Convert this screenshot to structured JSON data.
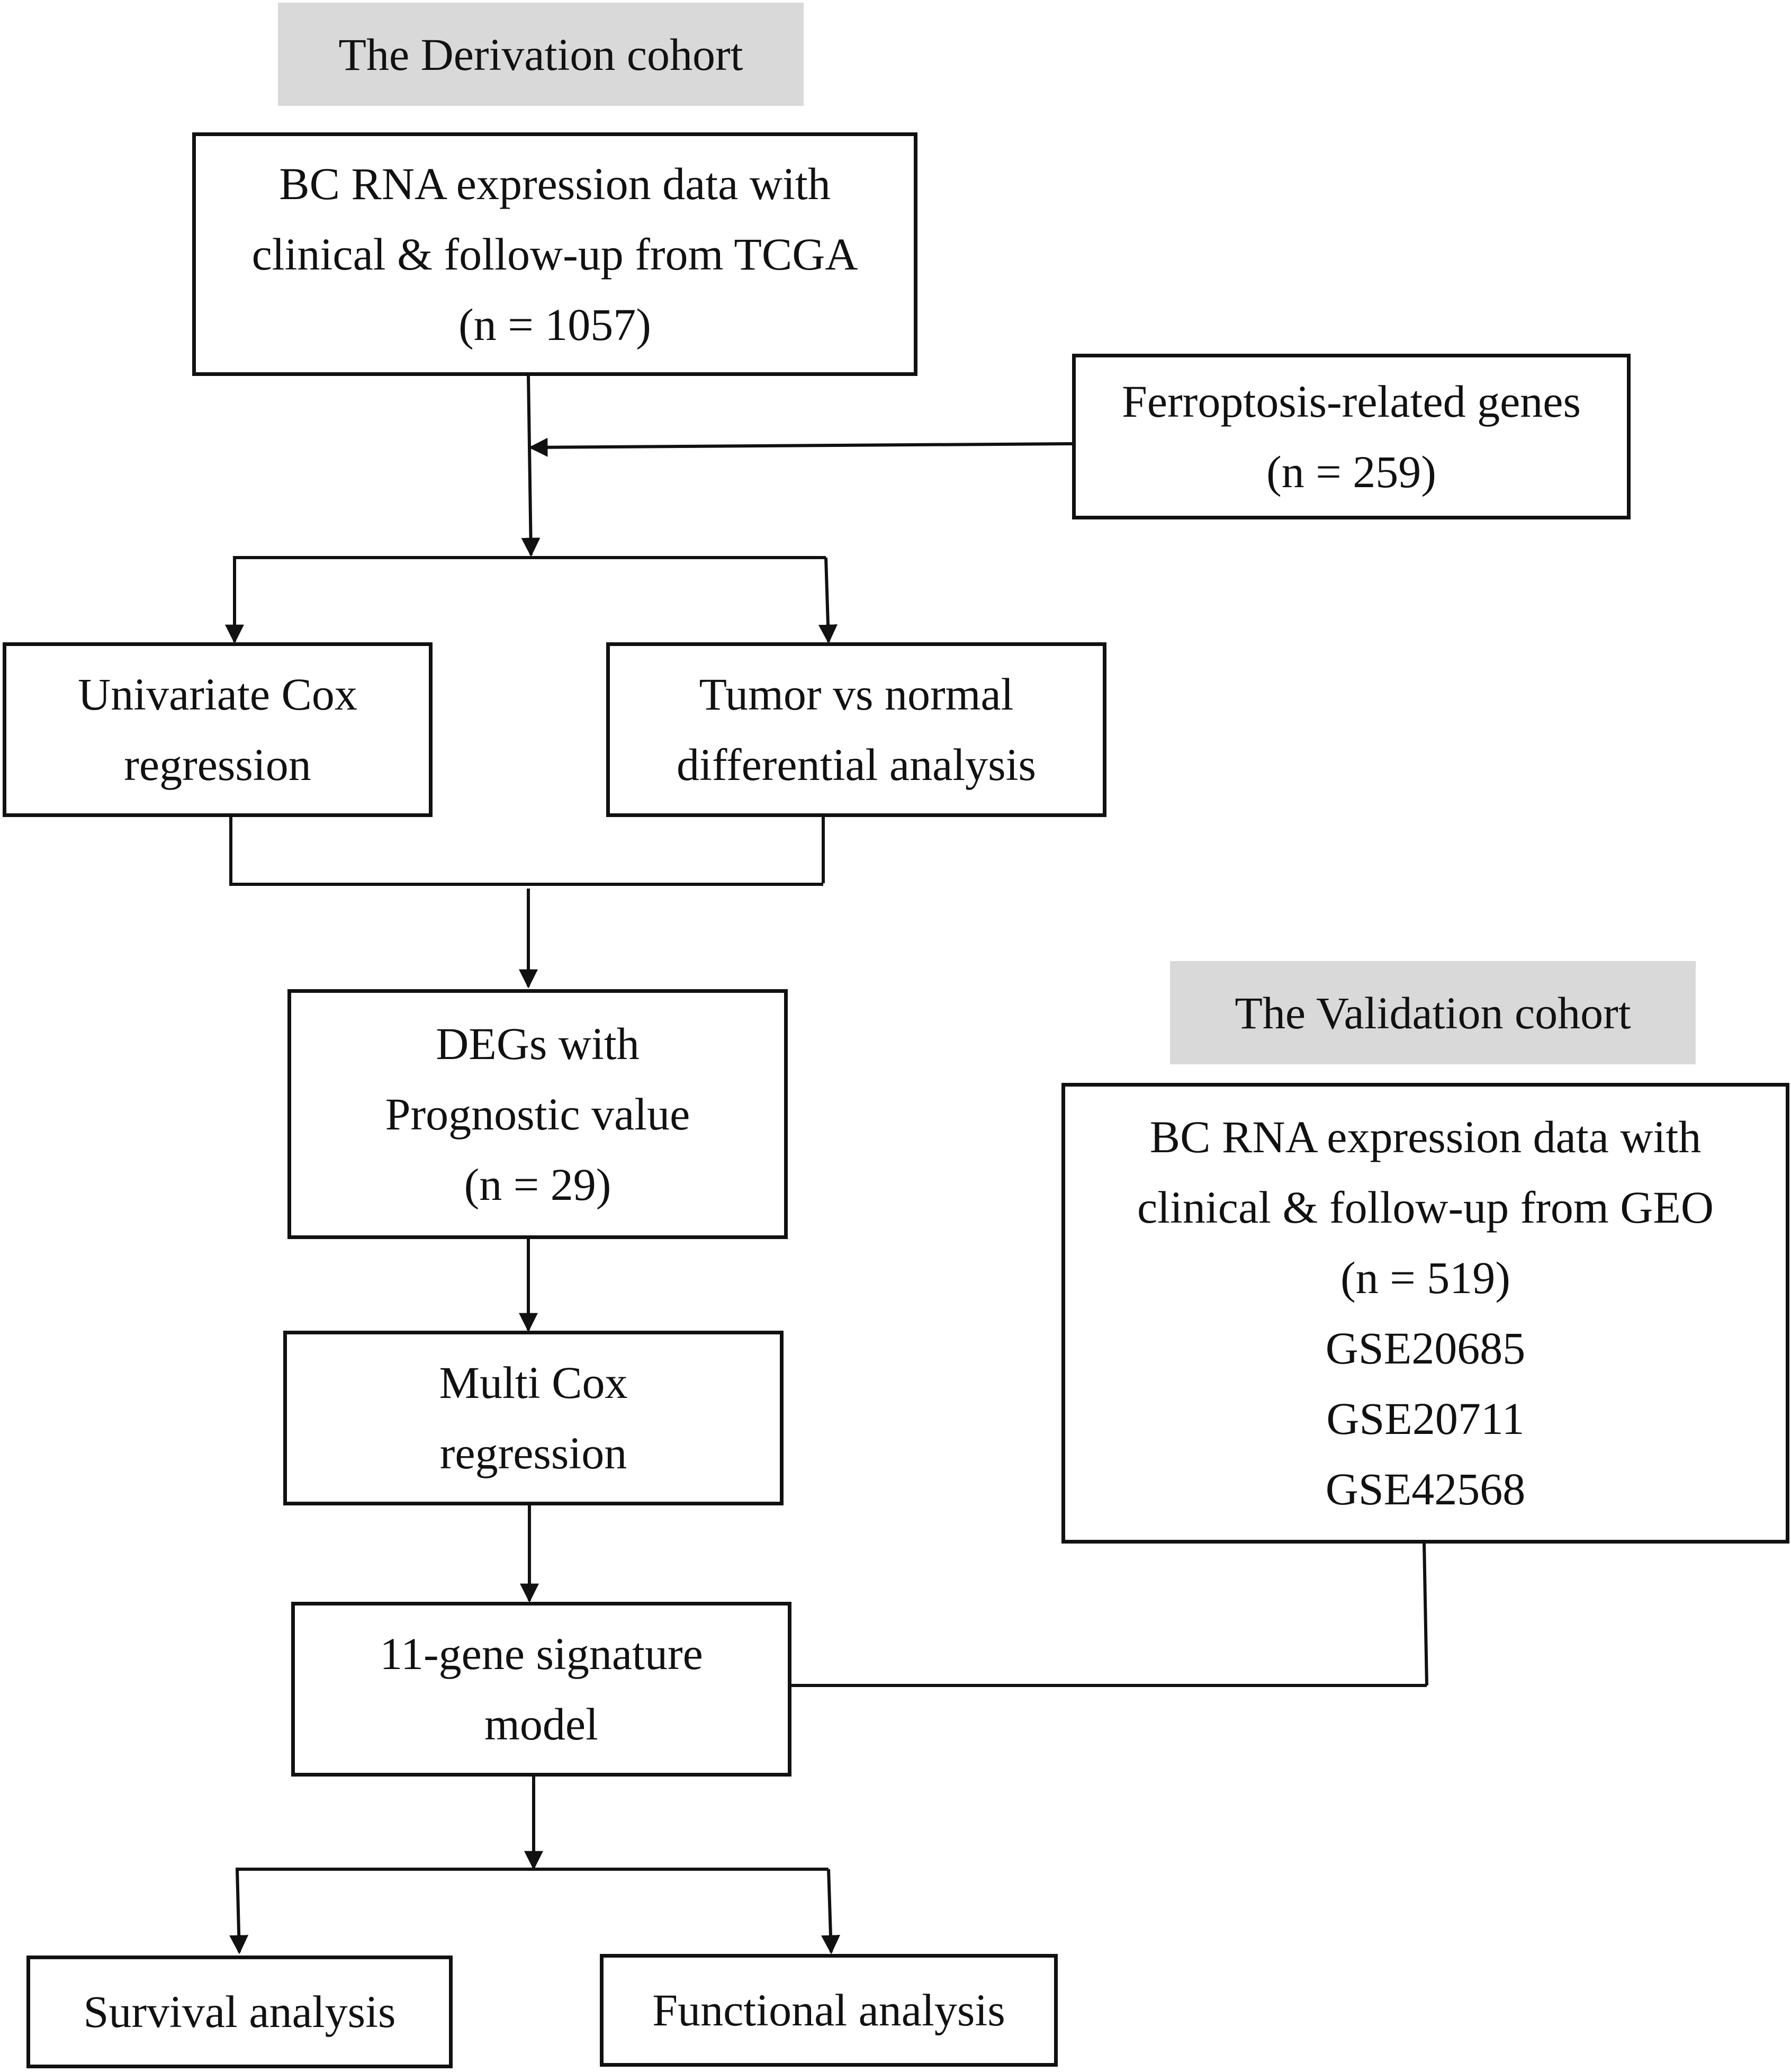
{
  "derivation_label": "The Derivation cohort",
  "validation_label": "The Validation cohort",
  "boxes": {
    "tcga": [
      "BC RNA expression data with",
      "clinical & follow-up from TCGA",
      "(n = 1057)"
    ],
    "ferroptosis": [
      "Ferroptosis-related genes",
      "(n = 259)"
    ],
    "univariate": [
      "Univariate Cox",
      "regression"
    ],
    "tumor_normal": [
      "Tumor vs normal",
      "differential analysis"
    ],
    "degs": [
      "DEGs with",
      "Prognostic value",
      "(n = 29)"
    ],
    "multi_cox": [
      "Multi Cox",
      "regression"
    ],
    "signature": [
      "11-gene signature",
      "model"
    ],
    "geo": [
      "BC RNA expression data with",
      "clinical & follow-up from GEO",
      "(n = 519)",
      "GSE20685",
      "GSE20711",
      "GSE42568"
    ],
    "survival": [
      "Survival analysis"
    ],
    "functional": [
      "Functional analysis"
    ]
  },
  "colors": {
    "stroke": "#111111",
    "label_fill": "#d9d9d9"
  }
}
